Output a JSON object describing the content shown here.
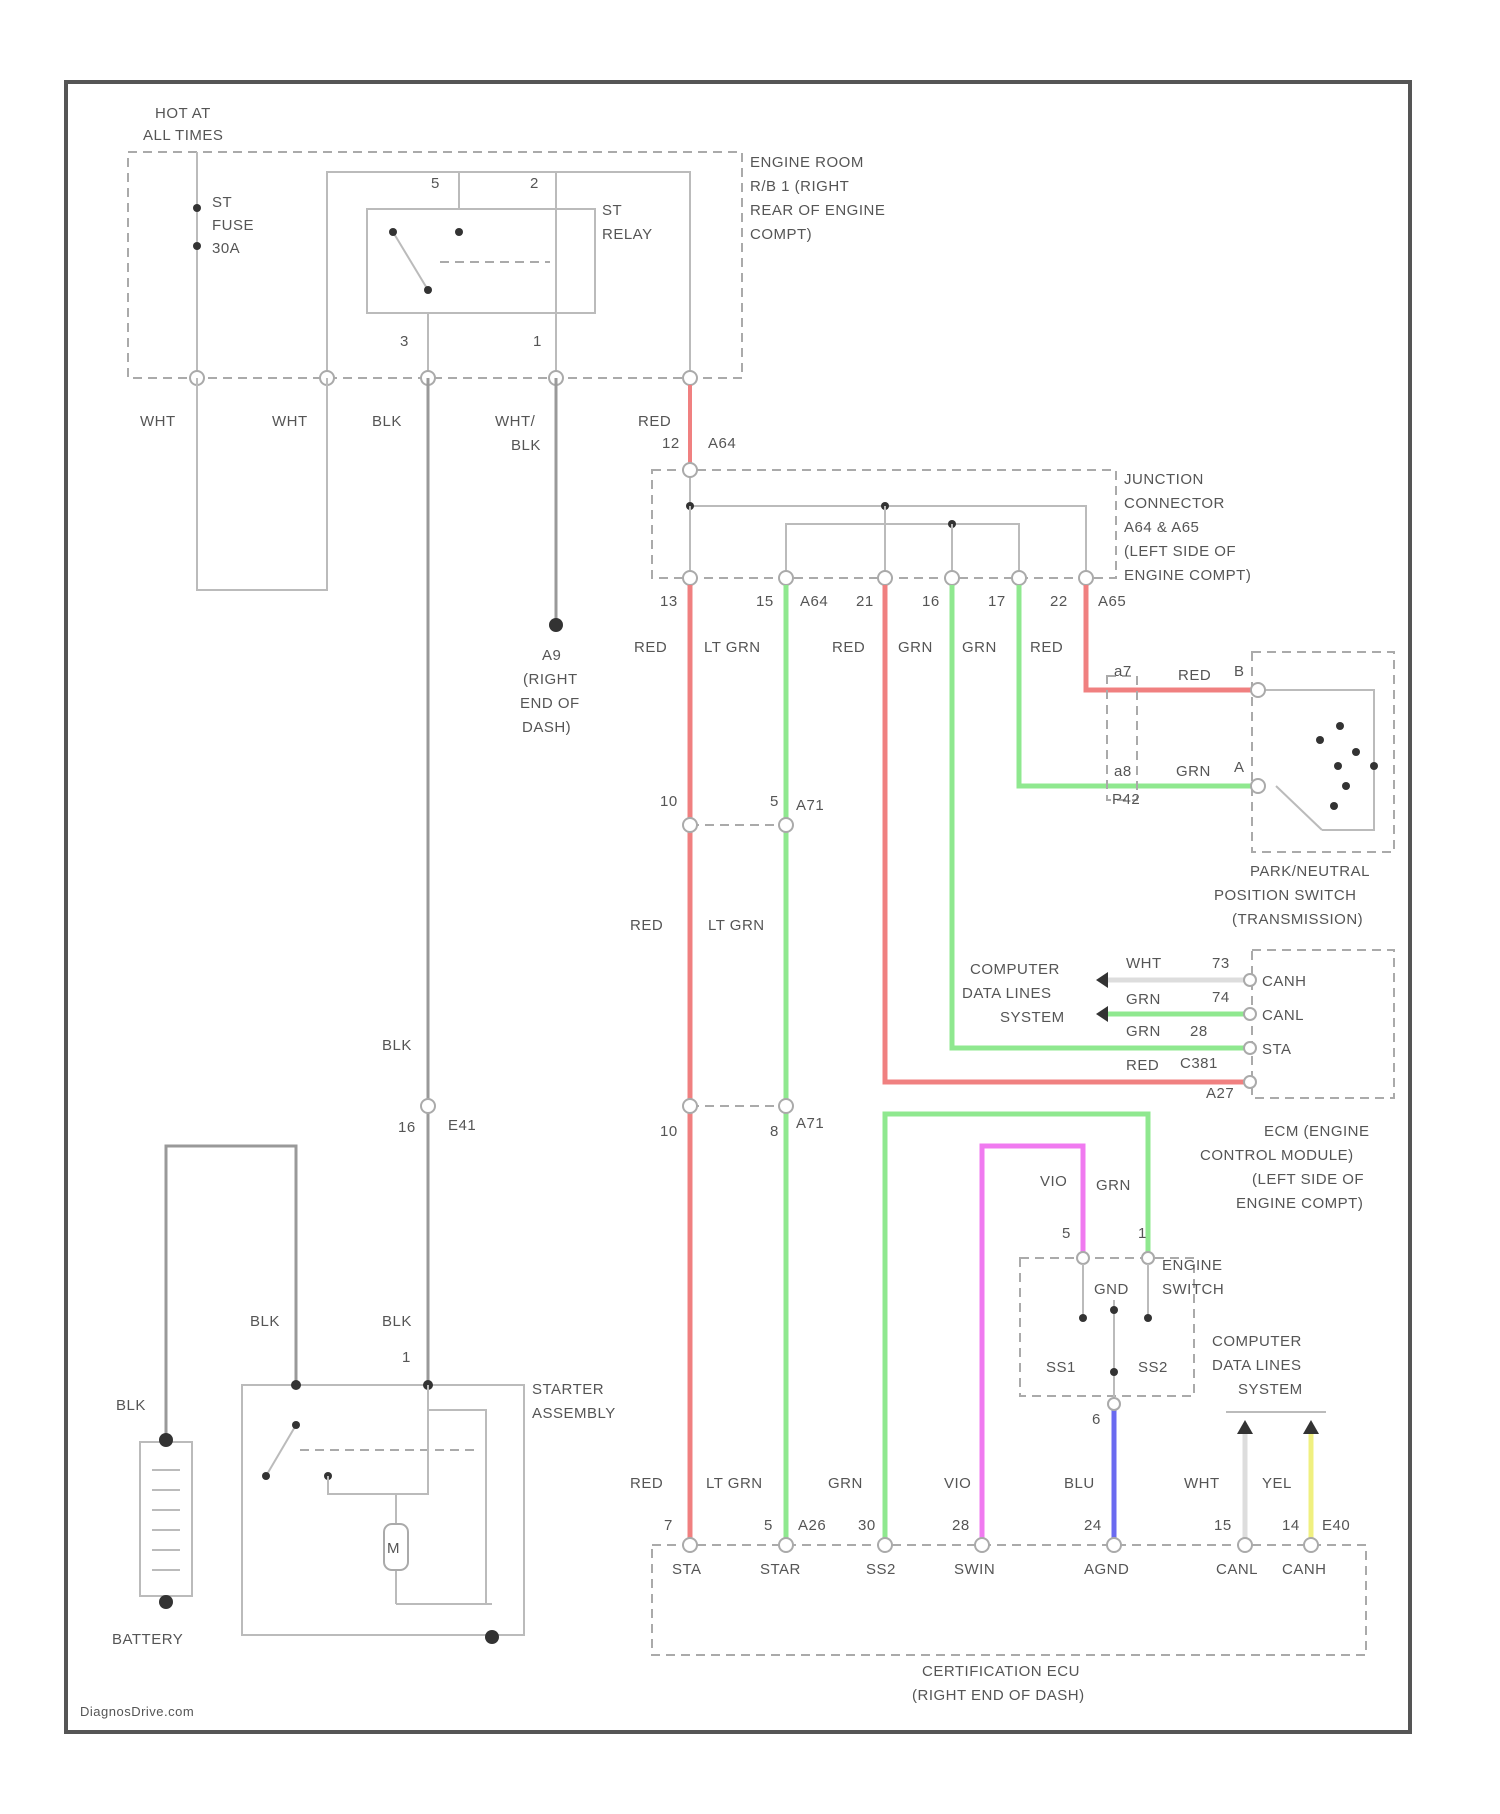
{
  "colors": {
    "red": "#f08080",
    "green": "#8fe88f",
    "blue": "#6a6af0",
    "pink": "#f07af0",
    "yellow": "#f0f080",
    "wire_gray": "#999999"
  },
  "power": {
    "hot_label_1": "HOT AT",
    "hot_label_2": "ALL TIMES",
    "fuse_label_1": "ST",
    "fuse_label_2": "FUSE",
    "fuse_label_3": "30A",
    "relay_label_1": "ST",
    "relay_label_2": "RELAY",
    "relay_box_1": "ENGINE ROOM",
    "relay_box_2": "R/B 1 (RIGHT",
    "relay_box_3": "REAR OF ENGINE",
    "relay_box_4": "COMPT)",
    "pin_5": "5",
    "pin_2a": "2",
    "pin_3": "3",
    "pin_1": "1",
    "wire_wht_1": "WHT",
    "wire_wht_2": "WHT",
    "wire_blk_1": "BLK",
    "wire_whtblk_1": "WHT/",
    "wire_whtblk_2": "BLK",
    "wire_red_top": "RED",
    "pin_12": "12",
    "conn_a64": "A64"
  },
  "ground": {
    "label_1": "A9",
    "label_2": "(RIGHT",
    "label_3": "END OF",
    "label_4": "DASH)"
  },
  "junction": {
    "label_1": "JUNCTION",
    "label_2": "CONNECTOR",
    "label_3": "A64 & A65",
    "label_4": "(LEFT SIDE OF",
    "label_5": "ENGINE COMPT)",
    "pins": [
      "13",
      "15",
      "21",
      "16",
      "17",
      "22"
    ],
    "conn_a64": "A64",
    "conn_a65": "A65"
  },
  "wires_mid": {
    "red": "RED",
    "lt_grn": "LT GRN",
    "red2": "RED",
    "grn": "GRN",
    "grn2": "GRN",
    "red3": "RED"
  },
  "inline": {
    "pin_10a": "10",
    "pin_5a": "5",
    "conn_a71": "A71",
    "wire_red": "RED",
    "wire_ltgrn": "LT GRN",
    "pin_10b": "10",
    "pin_8b": "8",
    "conn_a71b": "A71"
  },
  "pnp": {
    "pin_a27": "a7",
    "pin_a48": "a8",
    "conn_p42": "P42",
    "wire_red": "RED",
    "wire_grn": "GRN",
    "pin_b": "B",
    "pin_a": "A",
    "label_1": "PARK/NEUTRAL",
    "label_2": "POSITION SWITCH",
    "label_3": "(TRANSMISSION)"
  },
  "ecm": {
    "cdl_1": "COMPUTER",
    "cdl_2": "DATA LINES",
    "cdl_3": "SYSTEM",
    "w1": "WHT",
    "w2": "GRN",
    "w3": "GRN",
    "w4": "RED",
    "p1": "73",
    "p2": "74",
    "p3": "28",
    "p4": "C381",
    "c1": "CANH",
    "c2": "CANL",
    "c3": "STA",
    "c4": "A27",
    "label_1": "ECM (ENGINE",
    "label_2": "CONTROL MODULE)",
    "label_3": "(LEFT SIDE OF",
    "label_4": "ENGINE COMPT)"
  },
  "engine_switch": {
    "w_vio": "VIO",
    "w_grn": "GRN",
    "pin_5": "5",
    "pin_1": "1",
    "label_1": "ENGINE",
    "label_2": "SWITCH",
    "gnd": "GND",
    "ss1": "SS1",
    "ss2": "SS2",
    "pin_6": "6"
  },
  "cdl_bottom": {
    "label_1": "COMPUTER",
    "label_2": "DATA LINES",
    "label_3": "SYSTEM"
  },
  "starter": {
    "w_blk_a": "BLK",
    "w_blk_b": "BLK",
    "w_blk_top": "BLK",
    "pin_16": "16",
    "conn_e41": "E41",
    "pin_1": "1",
    "label_1": "STARTER",
    "label_2": "ASSEMBLY",
    "mg": "M"
  },
  "battery": {
    "w_blk": "BLK",
    "label": "BATTERY"
  },
  "cert_ecu": {
    "wires": [
      "RED",
      "LT GRN",
      "GRN",
      "VIO",
      "BLU",
      "WHT",
      "YEL"
    ],
    "pins": [
      "7",
      "5",
      "30",
      "28",
      "24",
      "15",
      "14"
    ],
    "conn_a26": "A26",
    "conn_e40": "E40",
    "terms": [
      "STA",
      "STAR",
      "SS2",
      "SWIN",
      "AGND",
      "CANL",
      "CANH"
    ],
    "label_1": "CERTIFICATION ECU",
    "label_2": "(RIGHT END OF DASH)"
  },
  "footer": {
    "watermark": "DiagnosDrive.com"
  }
}
